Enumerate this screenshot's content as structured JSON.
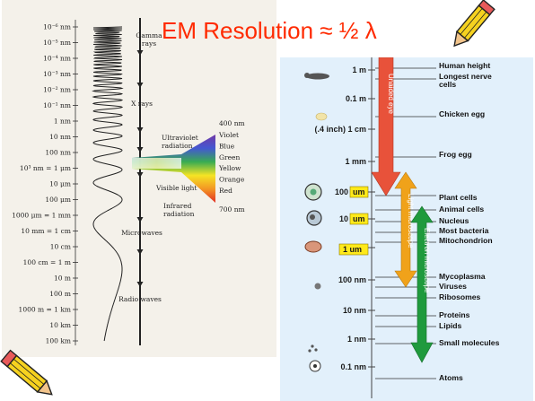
{
  "slide": {
    "title": "EM Resolution ≈ ½ λ"
  },
  "spectrum": {
    "wavelength_ticks": [
      {
        "label": "10⁻⁶ nm",
        "tick": true
      },
      {
        "label": "10⁻⁵ nm",
        "tick": true
      },
      {
        "label": "10⁻⁴ nm",
        "tick": true
      },
      {
        "label": "10⁻³ nm",
        "tick": true
      },
      {
        "label": "10⁻² nm",
        "tick": true
      },
      {
        "label": "10⁻¹ nm",
        "tick": true
      },
      {
        "label": "1 nm",
        "tick": true
      },
      {
        "label": "10 nm",
        "tick": true
      },
      {
        "label": "100 nm",
        "tick": true
      },
      {
        "label": "10³ nm = 1 μm",
        "tick": true
      },
      {
        "label": "10 μm",
        "tick": true
      },
      {
        "label": "100 μm",
        "tick": true
      },
      {
        "label": "1000 μm = 1 mm",
        "tick": true
      },
      {
        "label": "10 mm = 1 cm",
        "tick": true
      },
      {
        "label": "10 cm",
        "tick": true
      },
      {
        "label": "100 cm = 1 m",
        "tick": true
      },
      {
        "label": "10 m",
        "tick": true
      },
      {
        "label": "100 m",
        "tick": true
      },
      {
        "label": "1000 m = 1 km",
        "tick": true
      },
      {
        "label": "10 km",
        "tick": true
      },
      {
        "label": "100 km",
        "tick": true
      }
    ],
    "bands": [
      "Gamma rays",
      "X rays",
      "Ultraviolet radiation",
      "Visible light",
      "Infrared radiation",
      "Microwaves",
      "Radio waves"
    ],
    "visible_colors": [
      "Violet",
      "Blue",
      "Green",
      "Yellow",
      "Orange",
      "Red"
    ],
    "visible_range": {
      "start": "400 nm",
      "end": "700 nm"
    }
  },
  "size_scale": {
    "scale_labels": [
      "1 m",
      "0.1 m",
      "(.4 inch) 1 cm",
      "1 mm",
      "100",
      "10",
      "1 um",
      "100 nm",
      "10 nm",
      "1 nm",
      "0.1 nm"
    ],
    "um_boxes": [
      "um",
      "um"
    ],
    "items": [
      "Human height",
      "Longest nerve cells",
      "Chicken egg",
      "Frog egg",
      "Plant cells",
      "Animal cells",
      "Nucleus",
      "Most bacteria",
      "Mitochondrion",
      "Mycoplasma",
      "Viruses",
      "Ribosomes",
      "Proteins",
      "Lipids",
      "Small molecules",
      "Atoms"
    ],
    "ranges": [
      "Unaided eye",
      "Light microscope",
      "Electron microscope"
    ]
  },
  "colors": {
    "title": "#ff2a00",
    "unaided_eye": "#e8523a",
    "light_microscope": "#f0a21a",
    "electron_microscope": "#1f9a3d",
    "um_box": "#ffe91a",
    "panel_blue": "#e2f0fb"
  },
  "icons": [
    "pencil-icon",
    "pencil-icon"
  ]
}
